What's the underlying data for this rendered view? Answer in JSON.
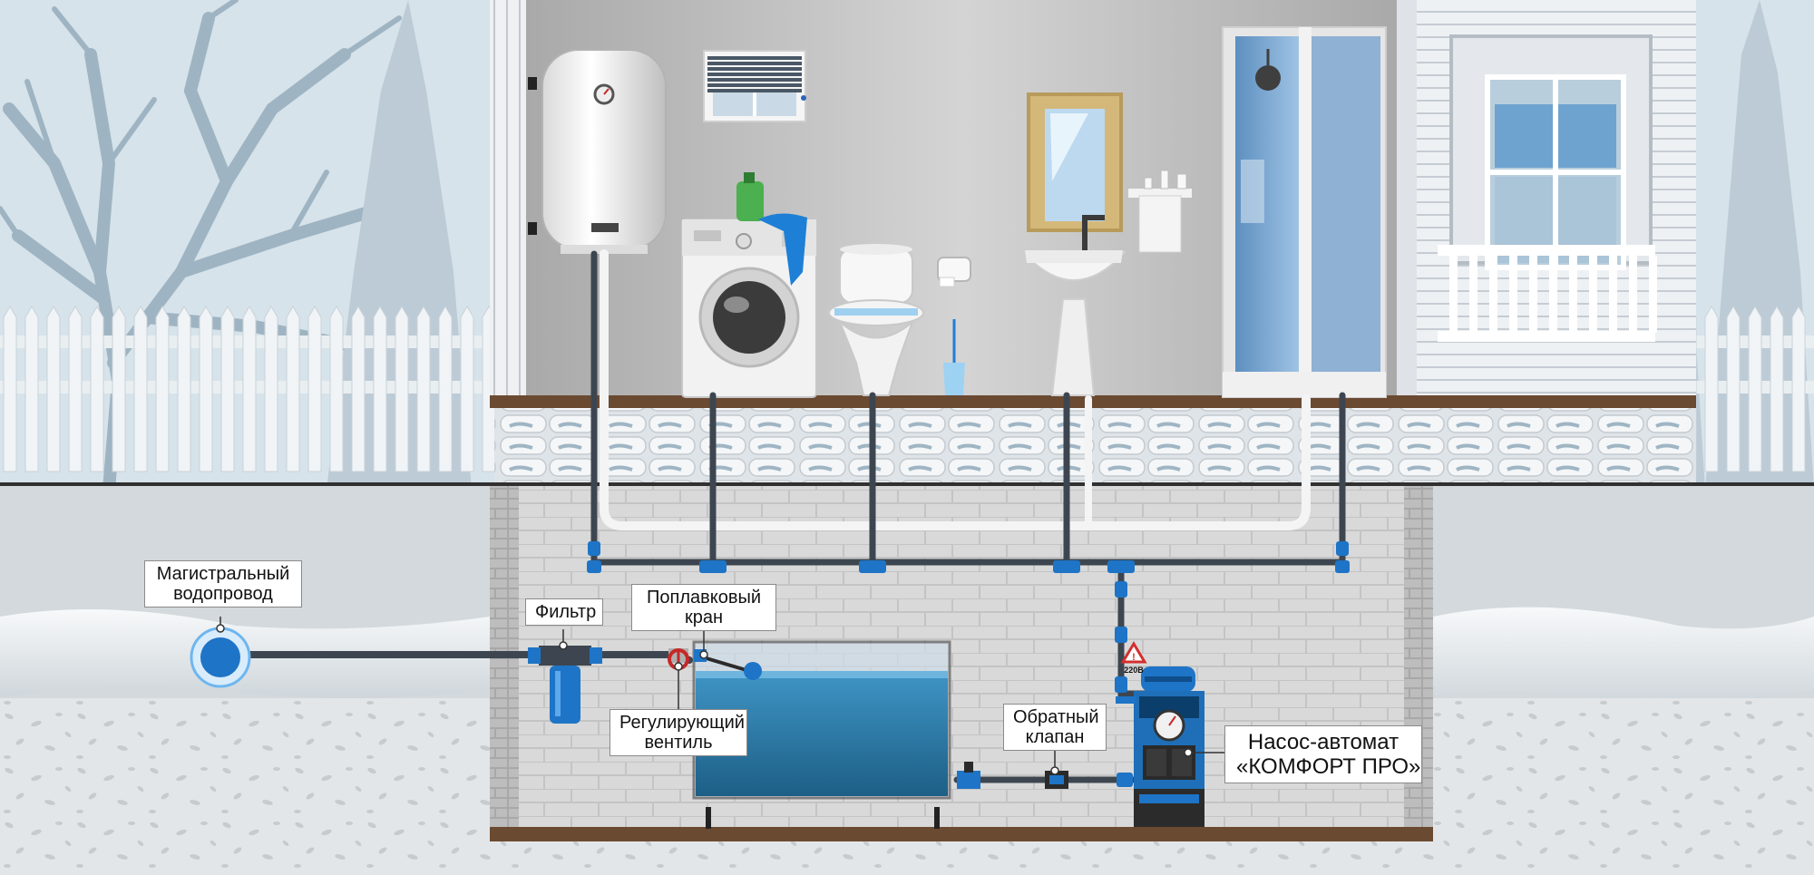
{
  "labels": {
    "main_water": {
      "line1": "Магистральный",
      "line2": "водопровод"
    },
    "filter": {
      "line1": "Фильтр"
    },
    "float_valve": {
      "line1": "Поплавковый",
      "line2": "кран"
    },
    "regulating_valve": {
      "line1": "Регулирующий",
      "line2": "вентиль"
    },
    "check_valve": {
      "line1": "Обратный",
      "line2": "клапан"
    },
    "pump": {
      "line1": "Насос-автомат",
      "line2": "«КОМФОРТ ПРО»"
    }
  },
  "warning_sign": {
    "voltage": "220В"
  },
  "colors": {
    "pipe": "#3d4650",
    "fitting": "#1e74c6",
    "water": "#2a7cab",
    "floor_wood": "#6b4a32",
    "wall": "#bcbcbc",
    "sky_bg": "#cfdde6"
  }
}
